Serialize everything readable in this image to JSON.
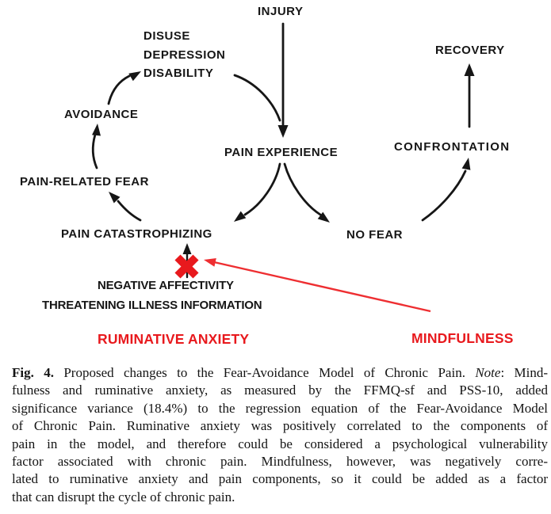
{
  "figure": {
    "colors": {
      "red": "#e8191d",
      "red_line": "#ee2e31",
      "black": "#161616"
    },
    "nodes": {
      "injury": "INJURY",
      "disuse_stack": [
        "DISUSE",
        "DEPRESSION",
        "DISABILITY"
      ],
      "recovery": "RECOVERY",
      "avoidance": "AVOIDANCE",
      "pain_experience": "PAIN EXPERIENCE",
      "confrontation": "CONFRONTATION",
      "pain_related_fear": "PAIN-RELATED FEAR",
      "pain_catastrophizing": "PAIN CATASTROPHIZING",
      "no_fear": "NO FEAR",
      "negative_affectivity": "NEGATIVE AFFECTIVITY",
      "threatening_illness_information": "THREATENING ILLNESS INFORMATION",
      "ruminative_anxiety": "RUMINATIVE ANXIETY",
      "mindfulness": "MINDFULNESS"
    }
  },
  "caption": {
    "fig_label": "Fig. 4.",
    "line1_body": "Proposed changes to the Fear-Avoidance Model of Chronic Pain.",
    "note_label": "Note",
    "line1_tail": ": Mind-",
    "lines": [
      "fulness and ruminative anxiety, as measured by the FFMQ-sf and PSS-10, added",
      "significance variance (18.4%) to the regression equation of the Fear-Avoidance Model",
      "of Chronic Pain. Ruminative anxiety was positively correlated to the components of",
      "pain in the model, and therefore could be considered a psychological vulnerability",
      "factor associated with chronic pain. Mindfulness, however, was negatively corre-",
      "lated to ruminative anxiety and pain components, so it could be added as a factor",
      "that can disrupt the cycle of chronic pain."
    ]
  }
}
